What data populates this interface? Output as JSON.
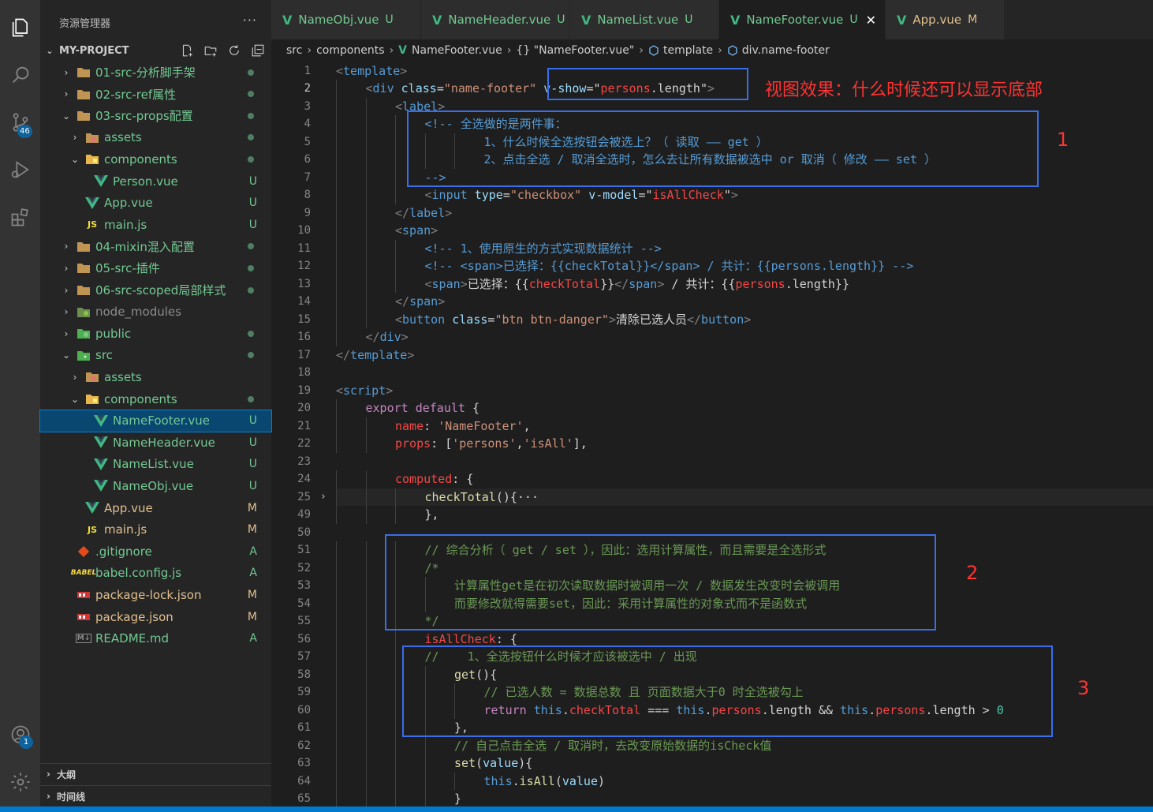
{
  "sidebar": {
    "title": "资源管理器",
    "more": "···",
    "project": "MY-PROJECT",
    "tree": [
      {
        "label": "01-src-分析脚手架",
        "type": "folder",
        "depth": 0,
        "open": false,
        "status": "dot"
      },
      {
        "label": "02-src-ref属性",
        "type": "folder",
        "depth": 0,
        "open": false,
        "status": "dot"
      },
      {
        "label": "03-src-props配置",
        "type": "folder",
        "depth": 0,
        "open": true,
        "status": "dot"
      },
      {
        "label": "assets",
        "type": "folder-img",
        "depth": 1,
        "open": false,
        "status": "dot"
      },
      {
        "label": "components",
        "type": "folder-comp",
        "depth": 1,
        "open": true,
        "status": "dot"
      },
      {
        "label": "Person.vue",
        "type": "vue",
        "depth": 2,
        "status": "U"
      },
      {
        "label": "App.vue",
        "type": "vue",
        "depth": 1,
        "status": "U"
      },
      {
        "label": "main.js",
        "type": "js",
        "depth": 1,
        "status": "U"
      },
      {
        "label": "04-mixin混入配置",
        "type": "folder",
        "depth": 0,
        "open": false,
        "status": "dot"
      },
      {
        "label": "05-src-插件",
        "type": "folder",
        "depth": 0,
        "open": false,
        "status": "dot"
      },
      {
        "label": "06-src-scoped局部样式",
        "type": "folder",
        "depth": 0,
        "open": false,
        "status": "dot"
      },
      {
        "label": "node_modules",
        "type": "folder-node",
        "depth": 0,
        "open": false,
        "status": "",
        "muted": true
      },
      {
        "label": "public",
        "type": "folder-pub",
        "depth": 0,
        "open": false,
        "status": "dot"
      },
      {
        "label": "src",
        "type": "folder-src",
        "depth": 0,
        "open": true,
        "status": "dot"
      },
      {
        "label": "assets",
        "type": "folder-img",
        "depth": 1,
        "open": false,
        "status": ""
      },
      {
        "label": "components",
        "type": "folder-comp",
        "depth": 1,
        "open": true,
        "status": "dot"
      },
      {
        "label": "NameFooter.vue",
        "type": "vue",
        "depth": 2,
        "status": "U",
        "selected": true
      },
      {
        "label": "NameHeader.vue",
        "type": "vue",
        "depth": 2,
        "status": "U"
      },
      {
        "label": "NameList.vue",
        "type": "vue",
        "depth": 2,
        "status": "U"
      },
      {
        "label": "NameObj.vue",
        "type": "vue",
        "depth": 2,
        "status": "U"
      },
      {
        "label": "App.vue",
        "type": "vue",
        "depth": 1,
        "status": "M",
        "color": "yel"
      },
      {
        "label": "main.js",
        "type": "js",
        "depth": 1,
        "status": "M",
        "color": "yel"
      },
      {
        "label": ".gitignore",
        "type": "git",
        "depth": 0,
        "status": "A"
      },
      {
        "label": "babel.config.js",
        "type": "babel",
        "depth": 0,
        "status": "A"
      },
      {
        "label": "package-lock.json",
        "type": "npm",
        "depth": 0,
        "status": "M",
        "color": "yel"
      },
      {
        "label": "package.json",
        "type": "npm",
        "depth": 0,
        "status": "M",
        "color": "yel"
      },
      {
        "label": "README.md",
        "type": "md",
        "depth": 0,
        "status": "A"
      }
    ],
    "outline": "大纲",
    "timeline": "时间线"
  },
  "activity": {
    "scm_badge": "46",
    "account_badge": "1"
  },
  "tabs": [
    {
      "label": "NameObj.vue",
      "status": "U"
    },
    {
      "label": "NameHeader.vue",
      "status": "U"
    },
    {
      "label": "NameList.vue",
      "status": "U"
    },
    {
      "label": "NameFooter.vue",
      "status": "U",
      "active": true
    },
    {
      "label": "App.vue",
      "status": "M"
    }
  ],
  "breadcrumbs": [
    "src",
    "components",
    "NameFooter.vue",
    "{} \"NameFooter.vue\"",
    "template",
    "div.name-footer"
  ],
  "annotations": {
    "top": "视图效果：什么时候还可以显示底部",
    "n1": "1",
    "n2": "2",
    "n3": "3"
  },
  "editor": {
    "lines": [
      {
        "n": "1",
        "ind": 0,
        "html": "<span class='tb'>&lt;</span><span class='t'>template</span><span class='tb'>&gt;</span>"
      },
      {
        "n": "2",
        "ind": 1,
        "cur": true,
        "html": "<span class='tb'>&lt;</span><span class='t'>div</span> <span class='a'>class</span><span class='w'>=</span><span class='s'>\"name-footer\"</span> <span class='a'>v-show</span><span class='w'>=\"</span><span class='r'>persons</span><span class='w'>.length\"</span><span class='tb'>&gt;</span>"
      },
      {
        "n": "3",
        "ind": 2,
        "html": "<span class='tb'>&lt;</span><span class='t'>label</span><span class='tb'>&gt;</span>"
      },
      {
        "n": "4",
        "ind": 3,
        "html": "<span class='t'>&lt;!-- 全选做的是两件事：</span>"
      },
      {
        "n": "5",
        "ind": 5,
        "html": "<span class='t'>1、什么时候全选按钮会被选上？（ 读取 —— get ）</span>"
      },
      {
        "n": "6",
        "ind": 5,
        "html": "<span class='t'>2、点击全选 / 取消全选时，怎么去让所有数据被选中 or 取消（ 修改 —— set ）</span>"
      },
      {
        "n": "7",
        "ind": 3,
        "html": "<span class='t'>--&gt;</span>"
      },
      {
        "n": "8",
        "ind": 3,
        "html": "<span class='tb'>&lt;</span><span class='t'>input</span> <span class='a'>type</span><span class='w'>=</span><span class='s'>\"checkbox\"</span> <span class='a'>v-model</span><span class='w'>=\"</span><span class='r'>isAllCheck</span><span class='w'>\"</span><span class='tb'>&gt;</span>"
      },
      {
        "n": "9",
        "ind": 2,
        "html": "<span class='tb'>&lt;/</span><span class='t'>label</span><span class='tb'>&gt;</span>"
      },
      {
        "n": "10",
        "ind": 2,
        "html": "<span class='tb'>&lt;</span><span class='t'>span</span><span class='tb'>&gt;</span>"
      },
      {
        "n": "11",
        "ind": 3,
        "html": "<span class='t'>&lt;!-- 1、使用原生的方式实现数据统计 --&gt;</span>"
      },
      {
        "n": "12",
        "ind": 3,
        "html": "<span class='t'>&lt;!-- &lt;span&gt;已选择：{{checkTotal}}&lt;/span&gt; / 共计：{{persons.length}} --&gt;</span>"
      },
      {
        "n": "13",
        "ind": 3,
        "html": "<span class='tb'>&lt;</span><span class='t'>span</span><span class='tb'>&gt;</span><span class='w'>已选择：{{</span><span class='r'>checkTotal</span><span class='w'>}}</span><span class='tb'>&lt;/</span><span class='t'>span</span><span class='tb'>&gt;</span><span class='w'> / 共计：{{</span><span class='r'>persons</span><span class='w'>.length}}</span>"
      },
      {
        "n": "14",
        "ind": 2,
        "html": "<span class='tb'>&lt;/</span><span class='t'>span</span><span class='tb'>&gt;</span>"
      },
      {
        "n": "15",
        "ind": 2,
        "html": "<span class='tb'>&lt;</span><span class='t'>button</span> <span class='a'>class</span><span class='w'>=</span><span class='s'>\"btn btn-danger\"</span><span class='tb'>&gt;</span><span class='w'>清除已选人员</span><span class='tb'>&lt;/</span><span class='t'>button</span><span class='tb'>&gt;</span>"
      },
      {
        "n": "16",
        "ind": 1,
        "html": "<span class='tb'>&lt;/</span><span class='t'>div</span><span class='tb'>&gt;</span>"
      },
      {
        "n": "17",
        "ind": 0,
        "html": "<span class='tb'>&lt;/</span><span class='t'>template</span><span class='tb'>&gt;</span>"
      },
      {
        "n": "18",
        "ind": 0,
        "html": ""
      },
      {
        "n": "19",
        "ind": 0,
        "html": "<span class='tb'>&lt;</span><span class='t'>script</span><span class='tb'>&gt;</span>"
      },
      {
        "n": "20",
        "ind": 1,
        "html": "<span class='k'>export</span> <span class='k'>default</span> <span class='w'>{</span>"
      },
      {
        "n": "21",
        "ind": 2,
        "html": "<span class='r'>name</span><span class='w'>: </span><span class='s'>'NameFooter'</span><span class='w'>,</span>"
      },
      {
        "n": "22",
        "ind": 2,
        "html": "<span class='r'>props</span><span class='w'>: [</span><span class='s'>'persons'</span><span class='w'>,</span><span class='s'>'isAll'</span><span class='w'>],</span>"
      },
      {
        "n": "23",
        "ind": 0,
        "html": ""
      },
      {
        "n": "24",
        "ind": 2,
        "html": "<span class='r'>computed</span><span class='w'>: {</span>"
      },
      {
        "n": "25",
        "ind": 3,
        "fold": true,
        "hl": true,
        "html": "<span class='f'>checkTotal</span><span class='w'>(){</span><span class='w'>···</span>"
      },
      {
        "n": "49",
        "ind": 3,
        "html": "<span class='w'>},</span>"
      },
      {
        "n": "50",
        "ind": 0,
        "html": ""
      },
      {
        "n": "51",
        "ind": 3,
        "html": "<span class='cm'>// 综合分析（ get / set ），因此：选用计算属性，而且需要是全选形式</span>"
      },
      {
        "n": "52",
        "ind": 3,
        "html": "<span class='cm'>/*</span>"
      },
      {
        "n": "53",
        "ind": 4,
        "html": "<span class='cm'>计算属性get是在初次读取数据时被调用一次 / 数据发生改变时会被调用</span>"
      },
      {
        "n": "54",
        "ind": 4,
        "html": "<span class='cm'>而要修改就得需要set，因此：采用计算属性的对象式而不是函数式</span>"
      },
      {
        "n": "55",
        "ind": 3,
        "html": "<span class='cm'>*/</span>"
      },
      {
        "n": "56",
        "ind": 3,
        "html": "<span class='r'>isAllCheck</span><span class='w'>: {</span>"
      },
      {
        "n": "57",
        "ind": 3,
        "html": "<span class='cm'>//    1、全选按钮什么时候才应该被选中 / 出现</span>"
      },
      {
        "n": "58",
        "ind": 4,
        "html": "<span class='f'>get</span><span class='w'>(){</span>"
      },
      {
        "n": "59",
        "ind": 5,
        "html": "<span class='cm'>// 已选人数 = 数据总数 且 页面数据大于0 时全选被勾上</span>"
      },
      {
        "n": "60",
        "ind": 5,
        "html": "<span class='k'>return</span> <span class='t'>this</span><span class='w'>.</span><span class='r'>checkTotal</span> <span class='w'>===</span> <span class='t'>this</span><span class='w'>.</span><span class='r'>persons</span><span class='w'>.length &amp;&amp; </span><span class='t'>this</span><span class='w'>.</span><span class='r'>persons</span><span class='w'>.length &gt; </span><span class='e'>0</span>"
      },
      {
        "n": "61",
        "ind": 4,
        "html": "<span class='w'>},</span>"
      },
      {
        "n": "62",
        "ind": 4,
        "html": "<span class='cm'>// 自己点击全选 / 取消时，去改变原始数据的isCheck值</span>"
      },
      {
        "n": "63",
        "ind": 4,
        "html": "<span class='f'>set</span><span class='w'>(</span><span class='a'>value</span><span class='w'>){</span>"
      },
      {
        "n": "64",
        "ind": 5,
        "html": "<span class='t'>this</span><span class='w'>.</span><span class='f'>isAll</span><span class='w'>(</span><span class='a'>value</span><span class='w'>)</span>"
      },
      {
        "n": "65",
        "ind": 4,
        "html": "<span class='w'>}</span>"
      }
    ]
  }
}
